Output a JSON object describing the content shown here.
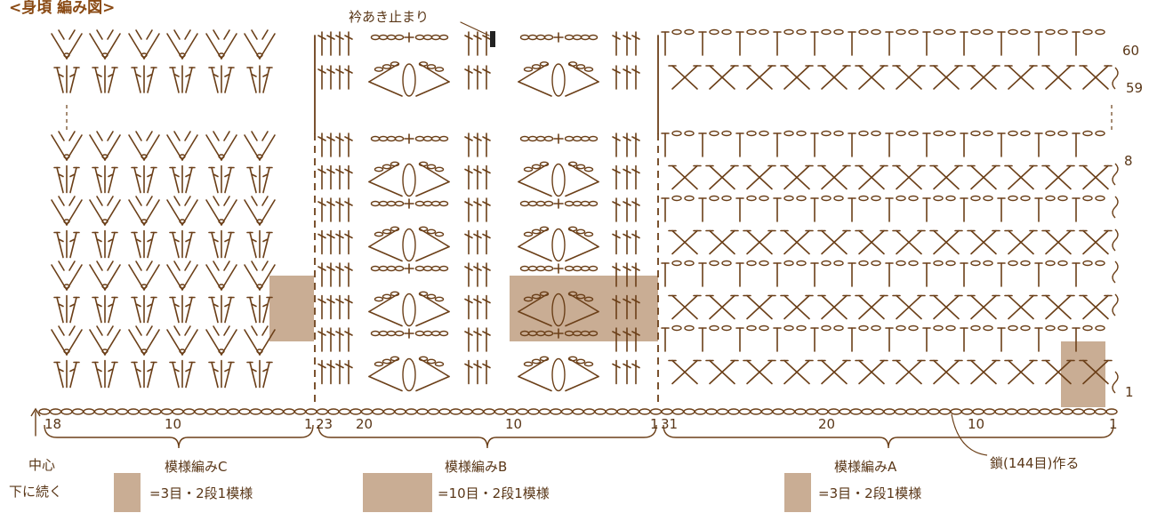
{
  "title": "<身頃 編み図>",
  "neck_label": "衿あき止まり",
  "row_labels": {
    "r60": "60",
    "r59": "59",
    "r8": "8",
    "r1": "1"
  },
  "bottom_numbers": {
    "c18": "18",
    "c10": "10",
    "c1": "1",
    "b23": "23",
    "b20": "20",
    "b10": "10",
    "b1": "1",
    "a31": "31",
    "a20": "20",
    "a10": "10",
    "a1": "1"
  },
  "center_label": "中心",
  "continue_label": "下に続く",
  "chain_label": "鎖(144目)作る",
  "patterns": {
    "c": {
      "name": "模様編みC",
      "desc": "=3目・2段1模様"
    },
    "b": {
      "name": "模様編みB",
      "desc": "=10目・2段1模様"
    },
    "a": {
      "name": "模様編みA",
      "desc": "=3目・2段1模様"
    }
  },
  "colors": {
    "ink": "#6b3f18",
    "highlight": "#c9ad94",
    "marker": "#222222"
  }
}
